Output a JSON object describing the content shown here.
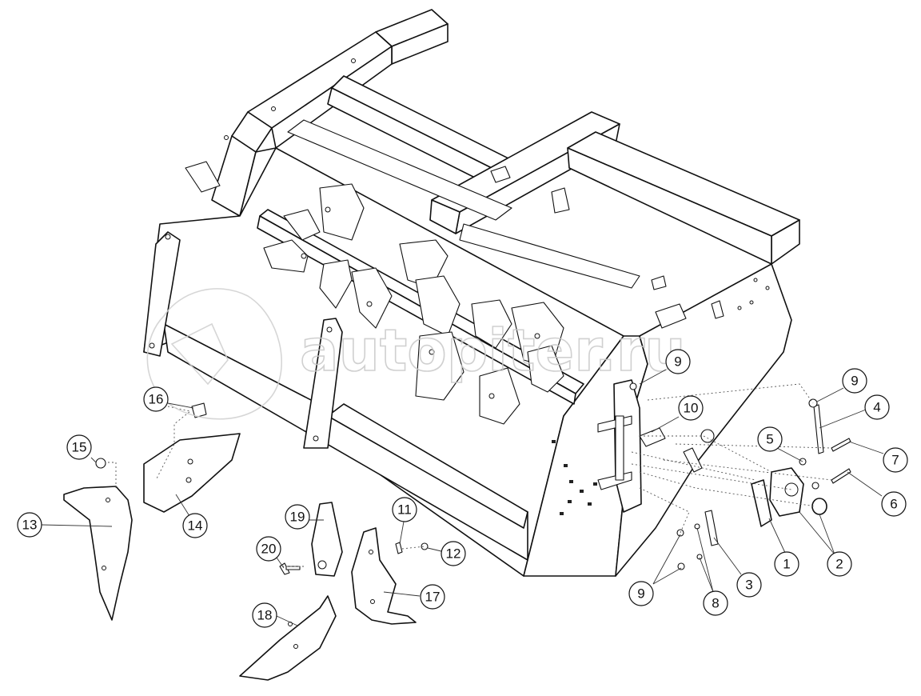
{
  "diagram": {
    "watermark_text": "autopiter.ru",
    "callouts": [
      {
        "id": "c1",
        "label": "1"
      },
      {
        "id": "c2",
        "label": "2"
      },
      {
        "id": "c3",
        "label": "3"
      },
      {
        "id": "c4",
        "label": "4"
      },
      {
        "id": "c5",
        "label": "5"
      },
      {
        "id": "c6",
        "label": "6"
      },
      {
        "id": "c7",
        "label": "7"
      },
      {
        "id": "c8",
        "label": "8"
      },
      {
        "id": "c9a",
        "label": "9"
      },
      {
        "id": "c9b",
        "label": "9"
      },
      {
        "id": "c9c",
        "label": "9"
      },
      {
        "id": "c10",
        "label": "10"
      },
      {
        "id": "c11",
        "label": "11"
      },
      {
        "id": "c12",
        "label": "12"
      },
      {
        "id": "c13",
        "label": "13"
      },
      {
        "id": "c14",
        "label": "14"
      },
      {
        "id": "c15",
        "label": "15"
      },
      {
        "id": "c16",
        "label": "16"
      },
      {
        "id": "c17",
        "label": "17"
      },
      {
        "id": "c18",
        "label": "18"
      },
      {
        "id": "c19",
        "label": "19"
      },
      {
        "id": "c20",
        "label": "20"
      }
    ]
  }
}
